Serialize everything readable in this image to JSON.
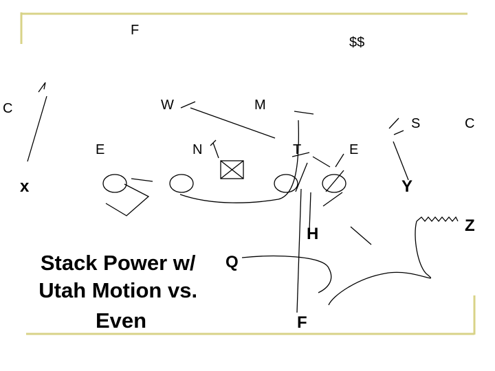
{
  "colors": {
    "rule": "#d8d388",
    "ink": "#000000",
    "background": "#ffffff"
  },
  "defense": {
    "F": "F",
    "SS": "$$",
    "W": "W",
    "M": "M",
    "C_left": "C",
    "S": "S",
    "C_right": "C",
    "E_left": "E",
    "N": "N",
    "T": "T",
    "E_right": "E"
  },
  "offense": {
    "X": "x",
    "Y": "Y",
    "Z": "Z",
    "H": "H",
    "Q": "Q",
    "F": "F"
  },
  "title_lines": [
    "Stack Power w/",
    "Utah Motion vs.",
    "Even"
  ]
}
